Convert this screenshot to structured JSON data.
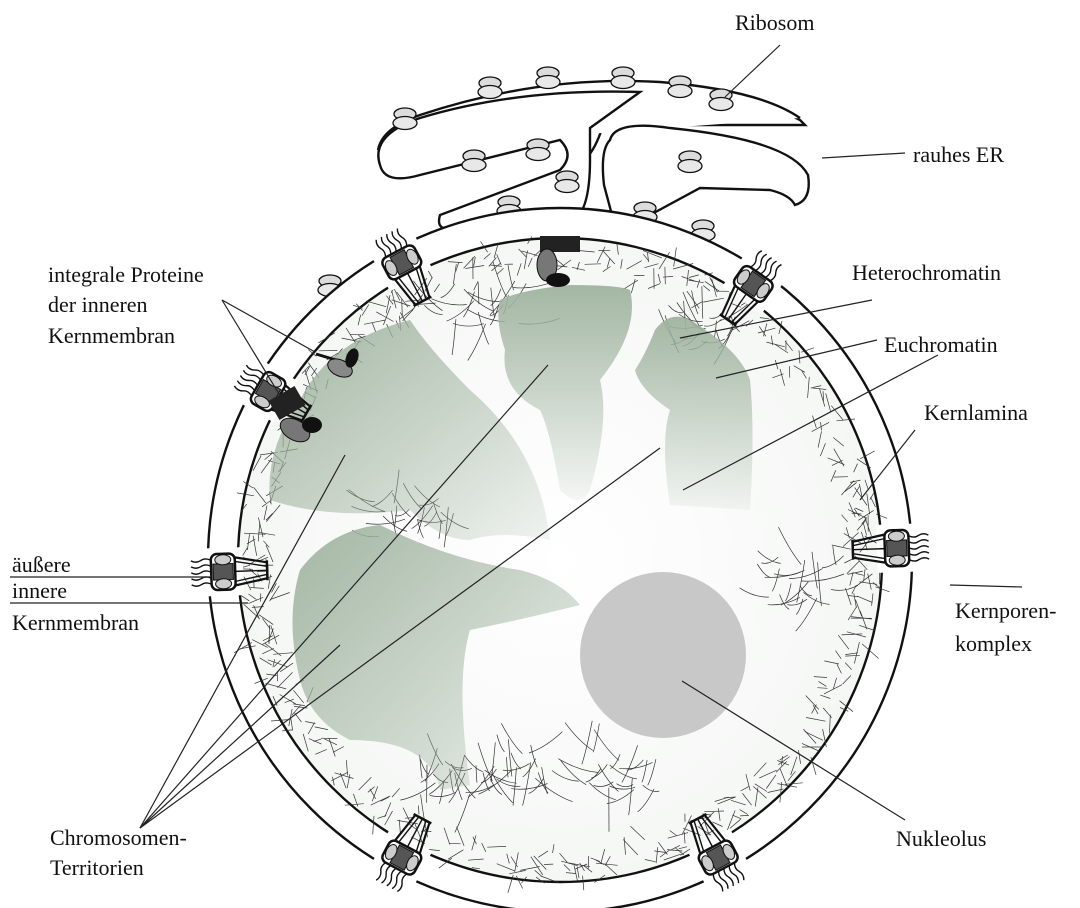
{
  "labels": {
    "ribosom": "Ribosom",
    "rauhes_er": "rauhes ER",
    "integrale_1": "integrale Proteine",
    "integrale_2": "der inneren",
    "integrale_3": "Kernmembran",
    "heterochromatin": "Heterochromatin",
    "euchromatin": "Euchromatin",
    "kernlamina": "Kernlamina",
    "aeussere": "äußere",
    "innere": "innere",
    "kernmembran": "Kernmembran",
    "kernporen_1": "Kernporen-",
    "kernporen_2": "komplex",
    "chromosomen_1": "Chromosomen-",
    "chromosomen_2": "Territorien",
    "nukleolus": "Nukleolus"
  },
  "colors": {
    "territory": "#a9bba9",
    "nucleolus": "#c8c8c8",
    "membrane_stroke": "#111111",
    "protein_dark": "#222222",
    "protein_grey": "#777777"
  }
}
